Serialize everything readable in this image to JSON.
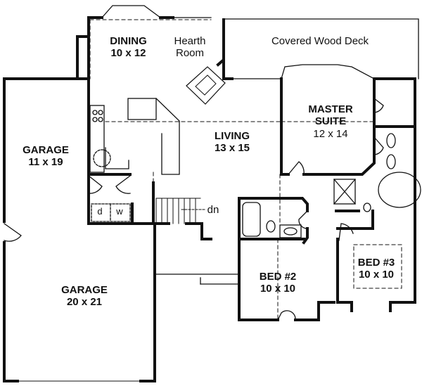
{
  "plan": {
    "rooms": [
      {
        "id": "dining",
        "name": "DINING",
        "size": "10 x 12"
      },
      {
        "id": "hearth",
        "name": "Hearth",
        "name2": "Room"
      },
      {
        "id": "deck",
        "name": "Covered Wood Deck"
      },
      {
        "id": "master",
        "name": "MASTER",
        "name2": "SUITE",
        "size": "12 x 14"
      },
      {
        "id": "living",
        "name": "LIVING",
        "size": "13 x 15"
      },
      {
        "id": "garage1",
        "name": "GARAGE",
        "size": "11 x 19"
      },
      {
        "id": "garage2",
        "name": "GARAGE",
        "size": "20 x 21"
      },
      {
        "id": "bed2",
        "name": "BED #2",
        "size": "10 x 10"
      },
      {
        "id": "bed3",
        "name": "BED #3",
        "size": "10 x 10"
      }
    ],
    "laundry": {
      "dryer": "d",
      "washer": "w"
    },
    "stairs": {
      "label": "dn"
    }
  }
}
